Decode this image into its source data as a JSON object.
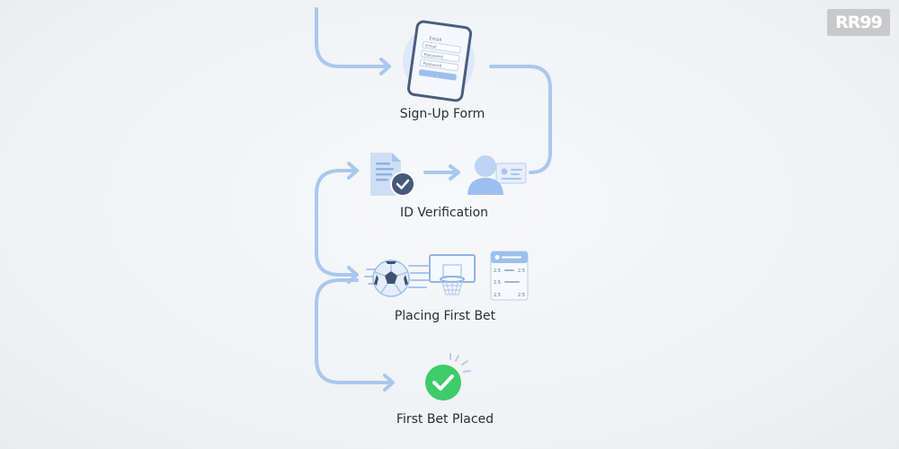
{
  "brand": {
    "logo_text": "RR99"
  },
  "colors": {
    "arrow": "#a9c8ee",
    "accent_blue": "#9cc0ee",
    "dark_badge": "#45597a",
    "success_green": "#3ecb6a"
  },
  "steps": [
    {
      "label": "Sign-Up Form",
      "icon": "phone-form-icon",
      "form_fields": [
        "Email",
        "Email",
        "Password",
        "Password"
      ],
      "submit_glyph": "⌄"
    },
    {
      "label": "ID Verification",
      "icons": [
        "document-check-icon",
        "user-id-card-icon"
      ]
    },
    {
      "label": "Placing First Bet",
      "icons": [
        "soccer-ball-icon",
        "basketball-hoop-icon",
        "bet-slip-icon"
      ],
      "odds": [
        "2.5",
        "2.5",
        "2.5",
        "2.5",
        "2.5"
      ]
    },
    {
      "label": "First Bet Placed",
      "icon": "success-check-icon"
    }
  ]
}
